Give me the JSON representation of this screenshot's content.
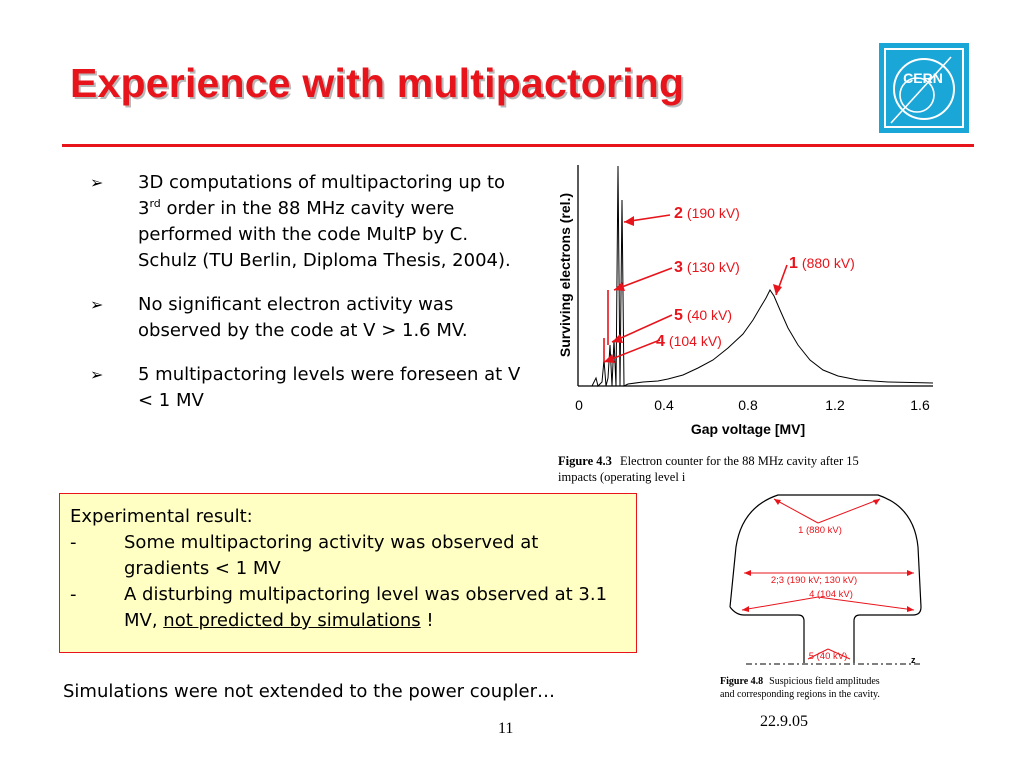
{
  "title": "Experience with multipactoring",
  "bullet_glyph": "➢",
  "bullets": [
    {
      "pre": "3D computations of multipactoring up to 3",
      "sup": "rd",
      "post": " order in the 88 MHz cavity were performed with the code MultP by C. Schulz (TU Berlin, Diploma Thesis, 2004)."
    },
    {
      "text": "No significant electron activity was observed by the code at V > 1.6 MV."
    },
    {
      "text": "5 multipactoring levels were foreseen at V < 1 MV"
    }
  ],
  "result_box": {
    "heading": "Experimental result:",
    "items": [
      {
        "dash": "-",
        "text": "Some multipactoring activity was observed at gradients < 1 MV"
      },
      {
        "dash": "-",
        "text": "A disturbing multipactoring level was observed at 3.1 MV, ",
        "underlined": "not predicted by simulations",
        "tail": " !"
      }
    ]
  },
  "bottom_note": "Simulations were not extended to the power coupler…",
  "page_number": "11",
  "date": "22.9.05",
  "logo_text": "CERN",
  "colors": {
    "accent": "#e8141b",
    "box_bg": "#ffffc4",
    "logo": "#1ba6d8"
  },
  "figure1": {
    "ylabel": "Surviving electrons (rel.)",
    "xlabel": "Gap voltage [MV]",
    "x_ticks": [
      "0",
      "0.4",
      "0.8",
      "1.2",
      "1.6"
    ],
    "annotations": [
      {
        "num": "2",
        "val": "(190 kV)"
      },
      {
        "num": "3",
        "val": "(130 kV)"
      },
      {
        "num": "1",
        "val": "(880 kV)"
      },
      {
        "num": "5",
        "val": "(40 kV)"
      },
      {
        "num": "4",
        "val": "(104 kV)"
      }
    ],
    "caption_label": "Figure 4.3",
    "caption_line1": "Electron counter for the 88 MHz cavity after 15",
    "caption_line2": "impacts (operating level i"
  },
  "figure2": {
    "labels": [
      "1 (880 kV)",
      "2;3 (190 kV; 130 kV)",
      "4 (104 kV)",
      "5 (40 kV)",
      "z"
    ],
    "caption_label": "Figure 4.8",
    "caption_line1": "Suspicious field amplitudes",
    "caption_line2": "and corresponding regions in the cavity."
  }
}
